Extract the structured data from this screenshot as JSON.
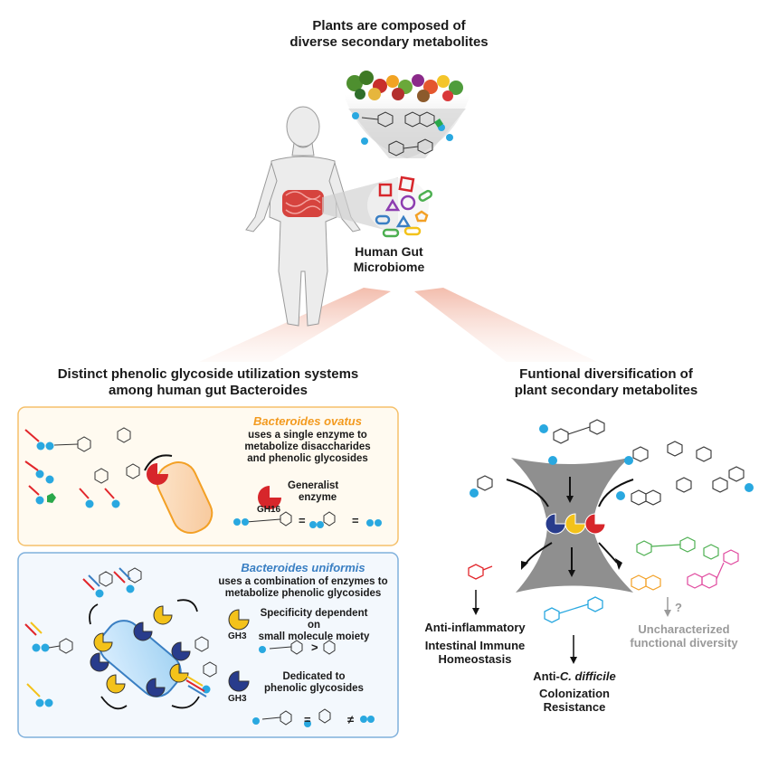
{
  "top": {
    "title_line1": "Plants are composed of",
    "title_line2": "diverse secondary metabolites",
    "microbiome_line1": "Human Gut",
    "microbiome_line2": "Microbiome"
  },
  "left": {
    "title_line1": "Distinct phenolic glycoside utilization systems",
    "title_line2": "among human gut Bacteroides",
    "ovatus": {
      "name": "Bacteroides ovatus",
      "desc_line1": "uses a single enzyme to",
      "desc_line2": "metabolize disaccharides",
      "desc_line3": "and phenolic glycosides",
      "enzyme_label_line1": "Generalist",
      "enzyme_label_line2": "enzyme",
      "enzyme_family": "GH16",
      "eq1": "=",
      "eq2": "="
    },
    "uniformis": {
      "name": "Bacteroides uniformis",
      "desc_line1": "uses a combination of enzymes to",
      "desc_line2": "metabolize phenolic glycosides",
      "enz1_line1": "Specificity dependent on",
      "enz1_line2": "small molecule moiety",
      "enz1_family": "GH3",
      "enz1_rel": ">",
      "enz2_line1": "Dedicated to",
      "enz2_line2": "phenolic glycosides",
      "enz2_family": "GH3",
      "enz2_rel1": "=",
      "enz2_rel2": "≠"
    }
  },
  "right": {
    "title_line1": "Funtional diversification of",
    "title_line2": "plant secondary metabolites",
    "out1_line1": "Anti-inflammatory",
    "out1_line2": "Intestinal Immune",
    "out1_line3": "Homeostasis",
    "out2_prefix": "Anti-",
    "out2_italic": "C. difficile",
    "out2_line2": "Colonization",
    "out2_line3": "Resistance",
    "out3_line1": "Uncharacterized",
    "out3_line2": "functional diversity",
    "question": "?"
  },
  "colors": {
    "ovatus_title": "#f39a1e",
    "uniformis_title": "#3a7fc3",
    "ovatus_border": "#f5c06a",
    "uniformis_border": "#7fb0dc",
    "enzyme_red": "#d7262b",
    "enzyme_yellow": "#f3c21a",
    "enzyme_navy": "#283c8c",
    "glucose_blue": "#29a8e0",
    "funnel_gray": "#8f8f8f",
    "gray_text": "#9a9a9a"
  }
}
